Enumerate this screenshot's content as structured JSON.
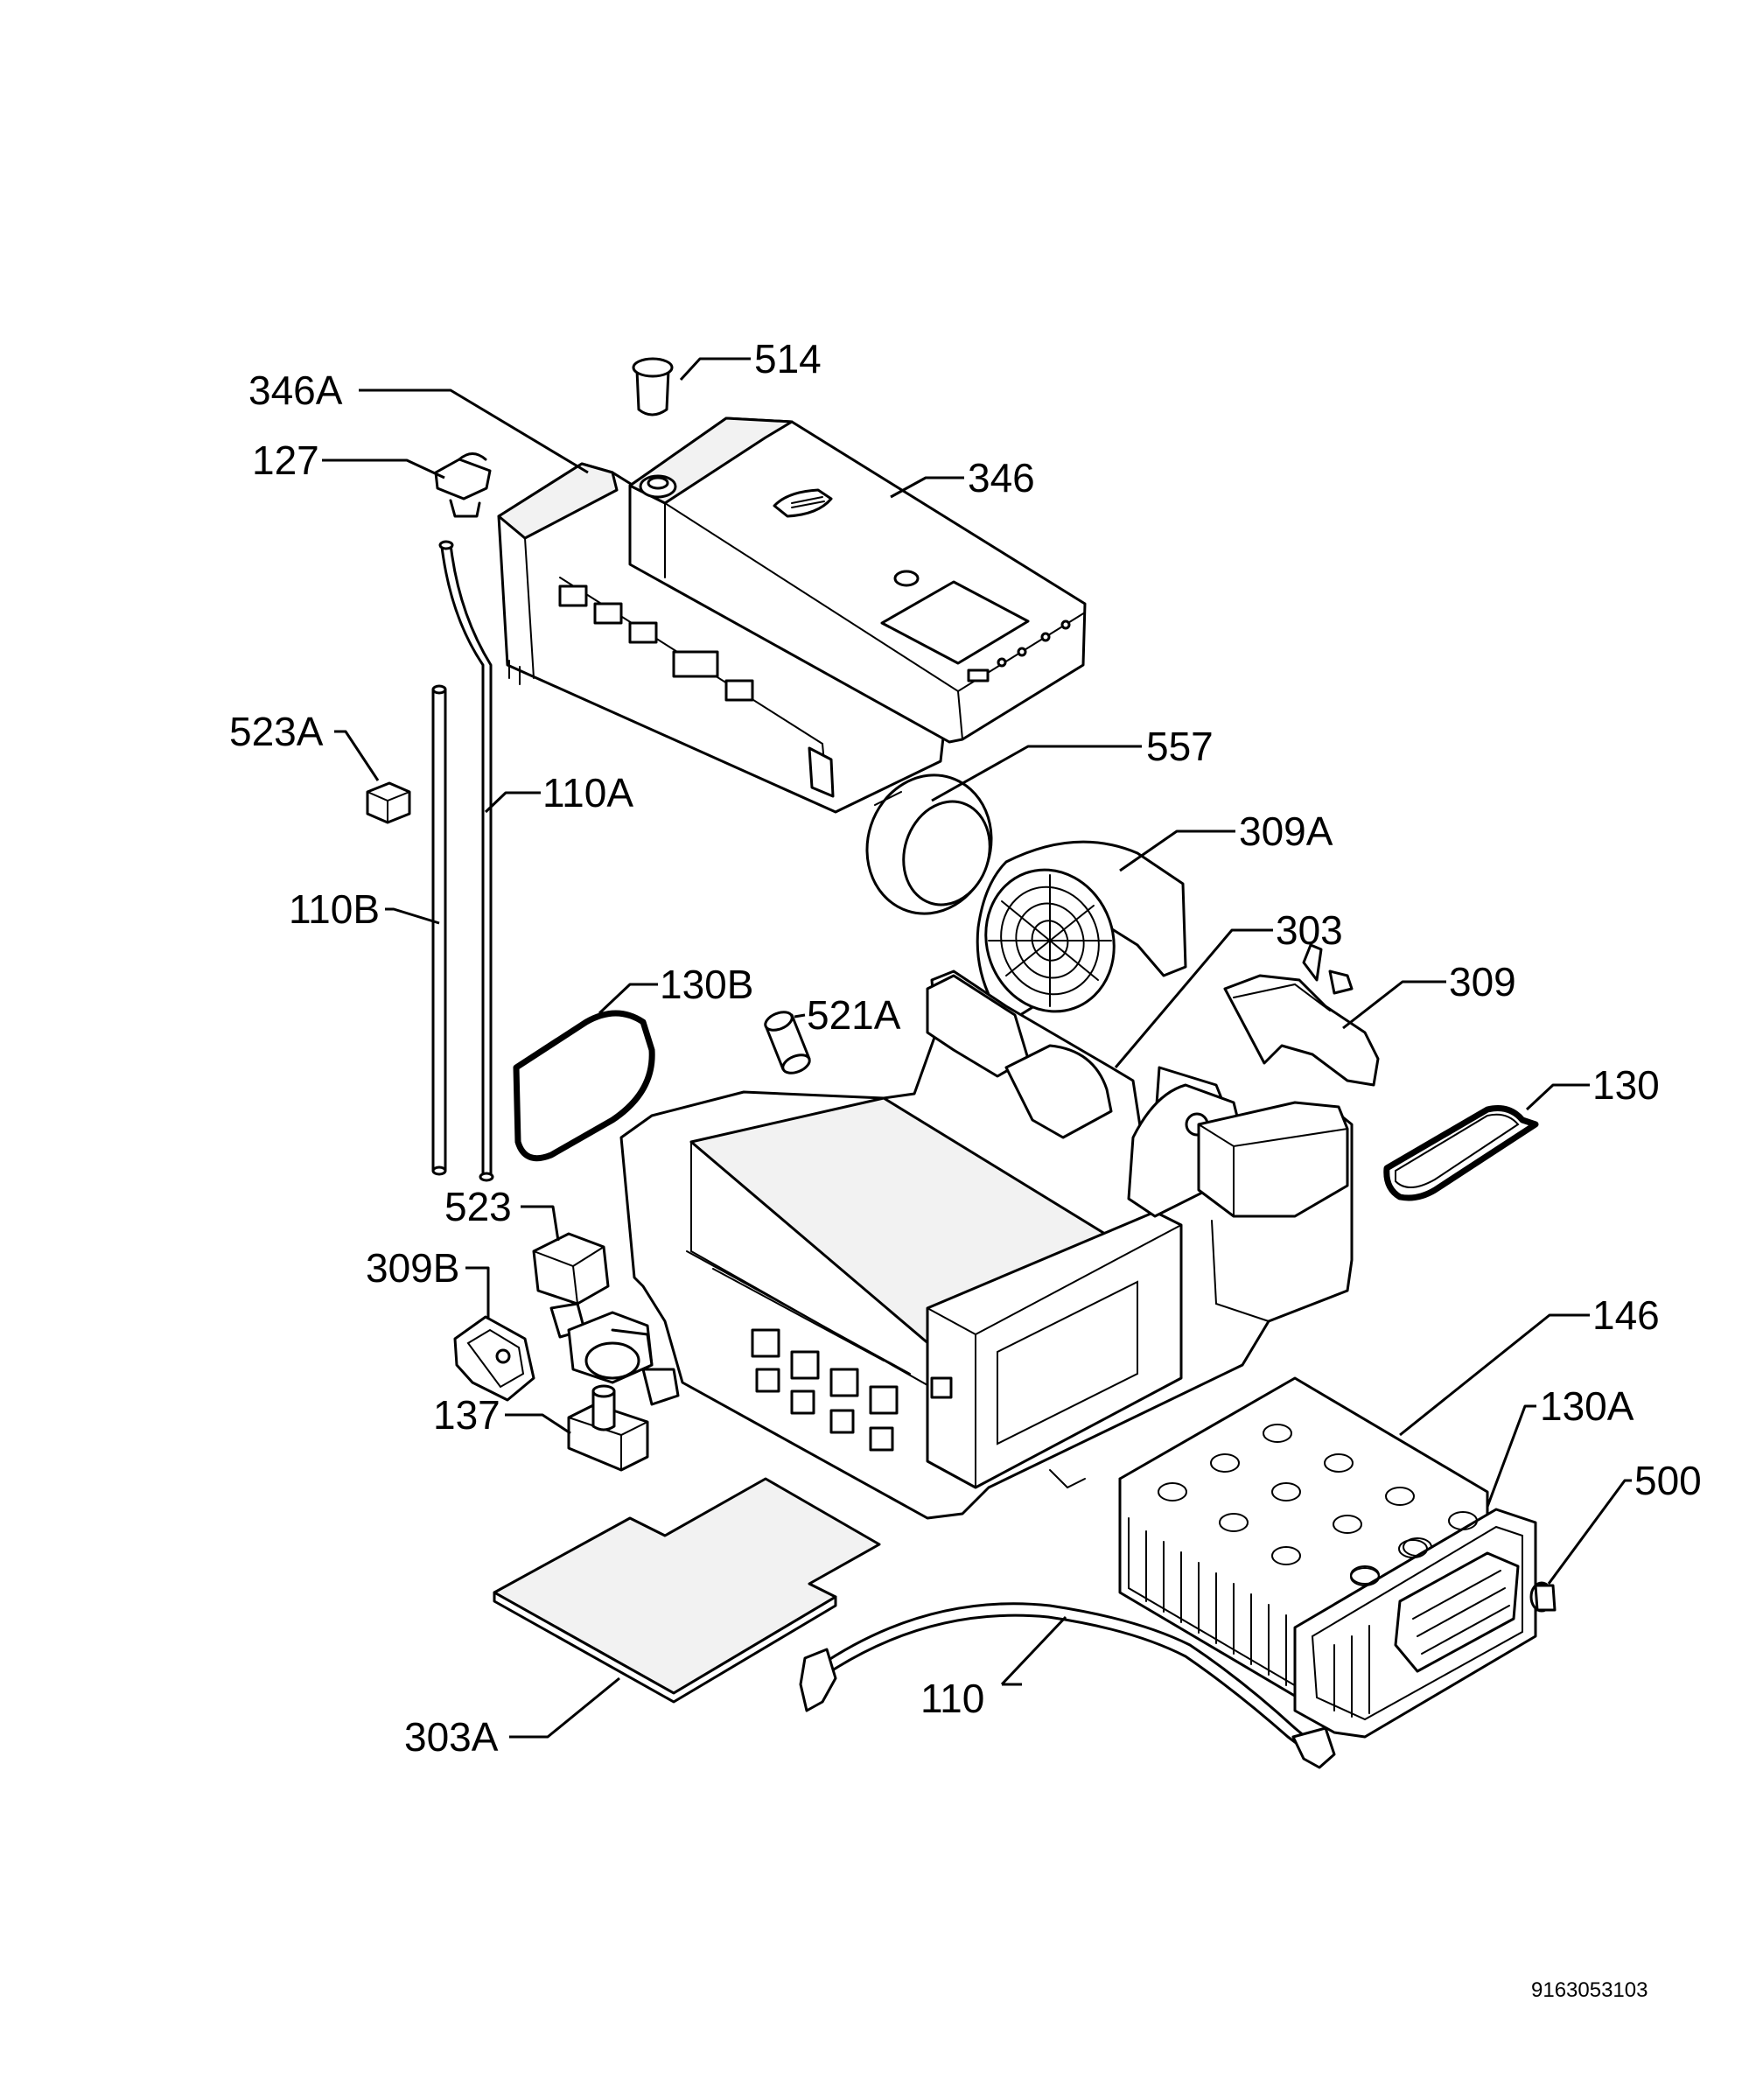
{
  "document_code": "9163053103",
  "callouts": {
    "c514": "514",
    "c346A": "346A",
    "c127": "127",
    "c346": "346",
    "c523A": "523A",
    "c110A": "110A",
    "c557": "557",
    "c309A": "309A",
    "c110B": "110B",
    "c303": "303",
    "c130B": "130B",
    "c521A": "521A",
    "c309": "309",
    "c130": "130",
    "c523": "523",
    "c309B": "309B",
    "c146": "146",
    "c137": "137",
    "c130A": "130A",
    "c500": "500",
    "c110": "110",
    "c303A": "303A"
  }
}
